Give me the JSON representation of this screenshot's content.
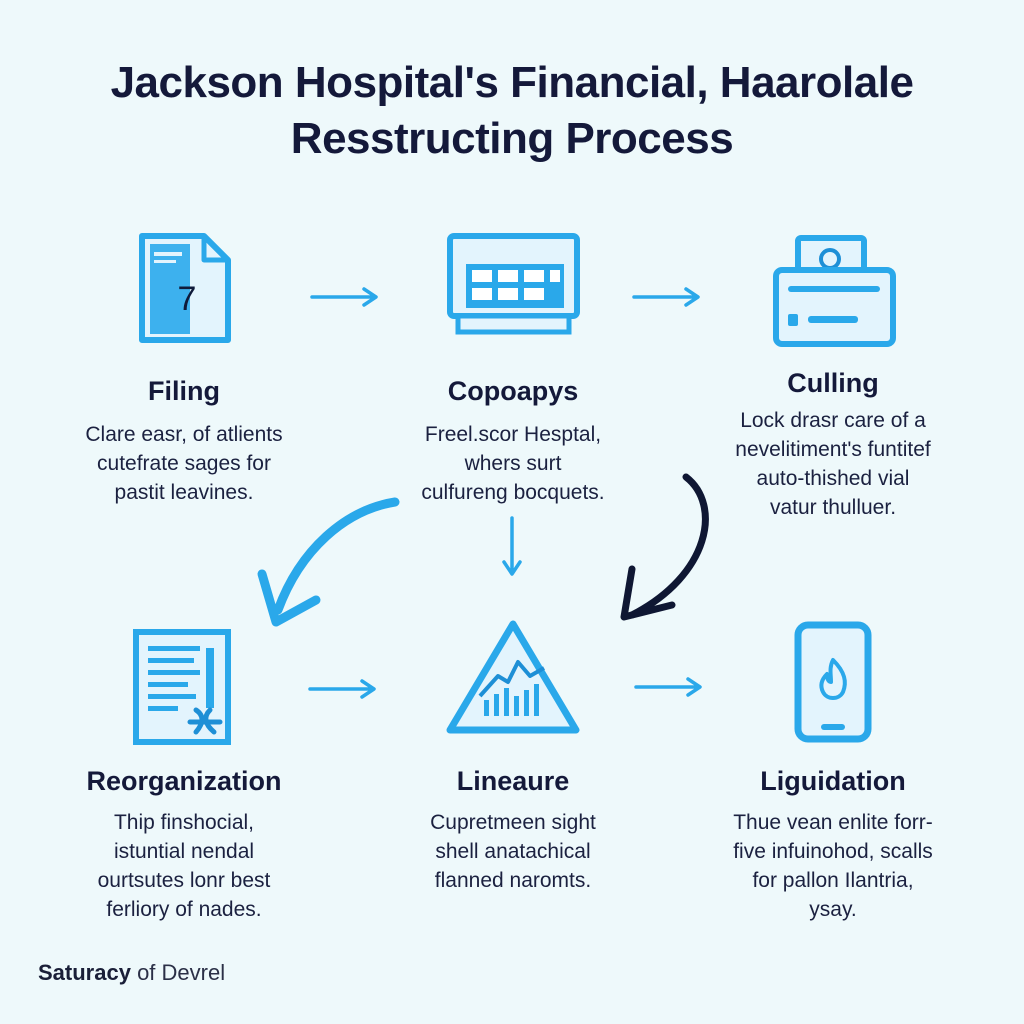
{
  "header": {
    "title_line1": "Jackson Hospital's Financial, Haarolale",
    "title_line2": "Resstructing Process"
  },
  "steps": [
    {
      "title": "Filing",
      "icon": "document-calendar-icon",
      "icon_text": "7",
      "desc": [
        "Clare easr, of atlients",
        "cutefrate sages for",
        "pastit leavines."
      ]
    },
    {
      "title": "Copoapys",
      "icon": "calculator-grid-icon",
      "desc": [
        "Freel.scor Hesptal,",
        "whers surt",
        "culfureng bocquets."
      ]
    },
    {
      "title": "Culling",
      "icon": "payment-terminal-icon",
      "desc": [
        "Lock drasr care of a",
        "nevelitiment's funtitef",
        "auto-thished vial",
        "vatur thulluer."
      ]
    },
    {
      "title": "Reorganization",
      "icon": "ledger-document-icon",
      "desc": [
        "Thip finshocial,",
        "istuntial nendal",
        "ourtsutes lonr best",
        "ferliory of nades."
      ]
    },
    {
      "title": "Lineaure",
      "icon": "warning-chart-icon",
      "desc": [
        "Cupretmeen sight",
        "shell anatachical",
        "flanned naromts."
      ]
    },
    {
      "title": "Liguidation",
      "icon": "phone-flame-icon",
      "desc": [
        "Thue vean enlite forr-",
        "five infuinohod, scalls",
        "for pallon Ilantria,",
        "ysay."
      ]
    }
  ],
  "footer": {
    "bold": "Saturacy",
    "rest": " of Devrel"
  },
  "colors": {
    "accent": "#2aa8ea",
    "dark": "#14193a",
    "background": "#eef9fb"
  }
}
